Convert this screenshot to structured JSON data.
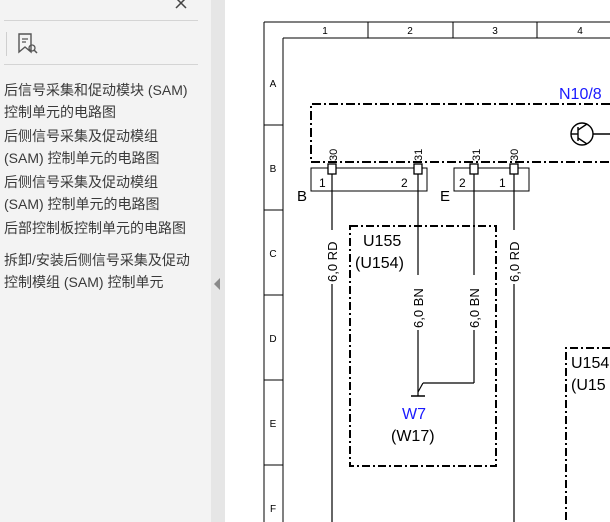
{
  "sidebar": {
    "close_icon": "close-icon",
    "bookmark_icon": "bookmark-icon",
    "items": [
      "后信号采集和促动模块 (SAM) 控制单元的电路图",
      "后侧信号采集及促动模组 (SAM) 控制单元的电路图",
      "后侧信号采集及促动模组 (SAM) 控制单元的电路图",
      "后部控制板控制单元的电路图",
      "拆卸/安装后侧信号采集及促动控制模组 (SAM) 控制单元"
    ]
  },
  "diagram": {
    "columns": [
      "1",
      "2",
      "3",
      "4"
    ],
    "rows": [
      "A",
      "B",
      "C",
      "D",
      "E",
      "F"
    ],
    "components": {
      "n10": "N10/8",
      "u155": "U155",
      "u154": "(U154)",
      "w7": "W7",
      "w17": "(W17)",
      "u154_right": "U154",
      "u15_right": "(U15"
    },
    "connectors": {
      "b": "B",
      "e": "E"
    },
    "pin_numbers": {
      "b1": "1",
      "b2": "2",
      "e2": "2",
      "e1": "1"
    },
    "pin_labels": {
      "p30a": "30",
      "p31a": "31",
      "p31b": "31",
      "p30b": "30"
    },
    "wires": {
      "w1": "6,0 RD",
      "w2": "6,0 BN",
      "w3": "6,0 BN",
      "w4": "6,0 RD"
    }
  },
  "colors": {
    "accent_blue": "#1a1aff",
    "sidebar_bg": "#f3f3f3",
    "divider_bg": "#e6e6e6"
  }
}
